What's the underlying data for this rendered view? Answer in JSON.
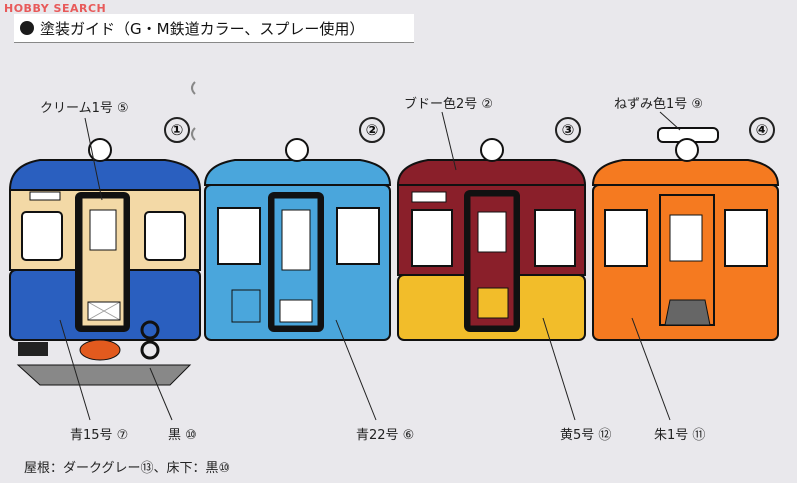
{
  "watermark": "HOBBY SEARCH",
  "title": "塗装ガイド（G・M鉄道カラー、スプレー使用）",
  "cars": [
    {
      "number": "①",
      "top_label": "クリーム1号 ⑤",
      "bottom_labels": [
        "青15号 ⑦",
        "黒 ⑩"
      ],
      "body_color": "#2a5fbf",
      "upper_color": "#f3d9a6"
    },
    {
      "number": "②",
      "top_label": "",
      "bottom_labels": [
        "青22号 ⑥"
      ],
      "body_color": "#4aa6dc",
      "upper_color": "#4aa6dc"
    },
    {
      "number": "③",
      "top_label": "ブドー色2号 ②",
      "bottom_labels": [
        "黄5号 ⑫"
      ],
      "body_color": "#f2bd2a",
      "upper_color": "#8a1f2a"
    },
    {
      "number": "④",
      "top_label": "ねずみ色1号 ⑨",
      "bottom_labels": [
        "朱1号 ⑪"
      ],
      "body_color": "#f57a20",
      "upper_color": "#f57a20"
    }
  ],
  "footer": "屋根：ダークグレー⑬、床下：黒⑩"
}
